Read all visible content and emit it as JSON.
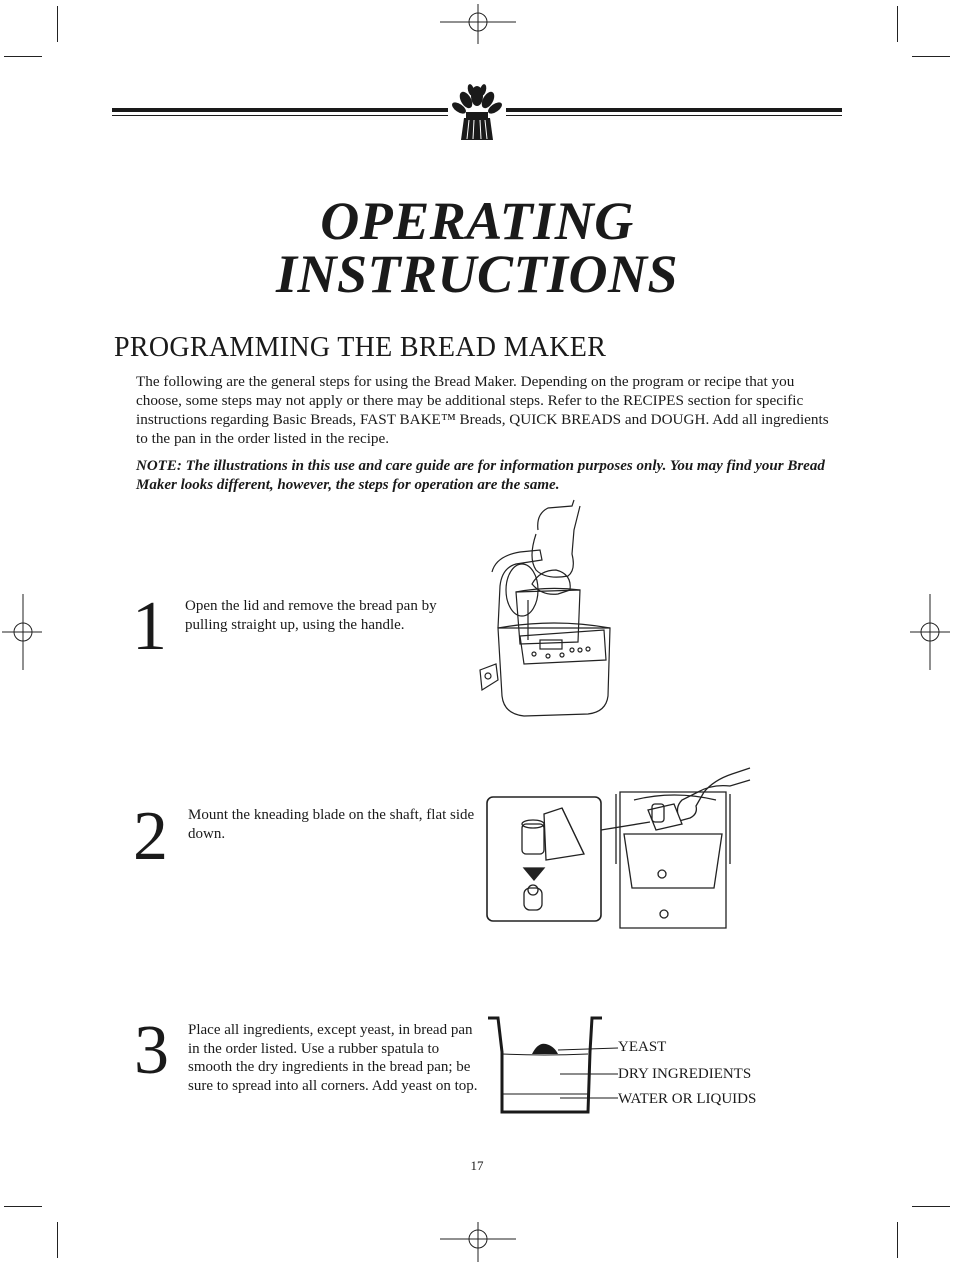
{
  "title": {
    "line1": "OPERATING",
    "line2": "INSTRUCTIONS"
  },
  "section_heading": "PROGRAMMING THE BREAD MAKER",
  "intro": "The following are the general steps for using the Bread Maker. Depending on the program or recipe that you choose, some steps may not apply or there may be additional steps. Refer to the RECIPES section for specific instructions regarding Basic Breads, FAST BAKE™ Breads, QUICK BREADS and DOUGH. Add all ingredients to the pan in the order listed in the recipe.",
  "note": "NOTE: The illustrations in this use and care guide are for information purposes only. You may find your Bread Maker looks different, however, the steps for operation are the same.",
  "steps": [
    {
      "number": "1",
      "text": "Open the lid and remove the bread pan by pulling straight up, using the handle."
    },
    {
      "number": "2",
      "text": "Mount the kneading blade on the shaft, flat side down."
    },
    {
      "number": "3",
      "text": "Place all ingredients, except yeast, in bread pan in the order listed. Use a rubber spatula to smooth the dry ingredients in the bread pan; be sure to spread into all corners. Add yeast on top."
    }
  ],
  "layer_labels": {
    "yeast": "YEAST",
    "dry": "DRY INGREDIENTS",
    "liquid": "WATER OR LIQUIDS"
  },
  "page_number": "17"
}
